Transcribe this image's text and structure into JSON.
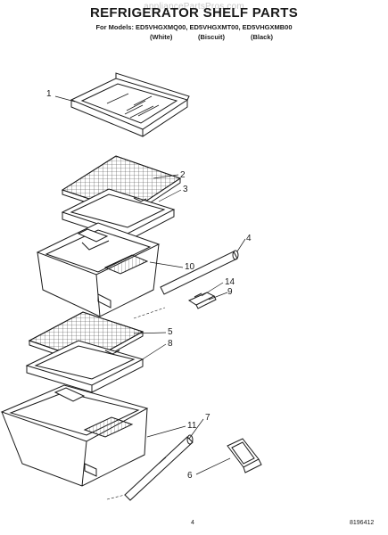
{
  "header": {
    "title": "REFRIGERATOR SHELF PARTS",
    "watermark": "appliancePartsPros.com",
    "models_line": "For Models: ED5VHGXMQ00, ED5VHGXMT00, ED5VHGXMB00",
    "colors": [
      "(White)",
      "(Biscuit)",
      "(Black)"
    ]
  },
  "callouts": {
    "c1": "1",
    "c2": "2",
    "c3": "3",
    "c4": "4",
    "c5": "5",
    "c6": "6",
    "c7": "7",
    "c8": "8",
    "c9": "9",
    "c10": "10",
    "c11": "11",
    "c14": "14"
  },
  "footer": {
    "page_number": "4",
    "doc_number": "8196412"
  }
}
